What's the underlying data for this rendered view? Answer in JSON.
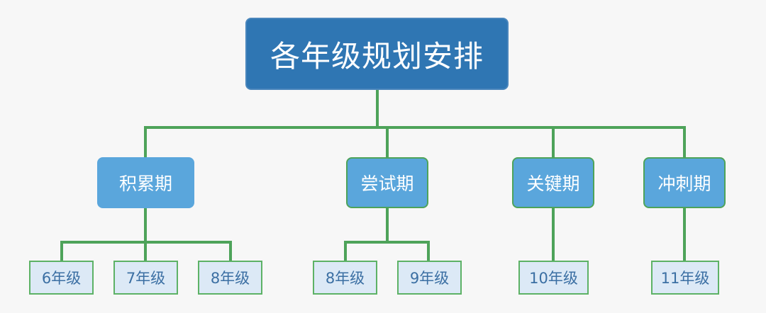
{
  "root": {
    "label": "各年级规划安排"
  },
  "stages": [
    {
      "label": "积累期",
      "grades": [
        "6年级",
        "7年级",
        "8年级"
      ]
    },
    {
      "label": "尝试期",
      "grades": [
        "8年级",
        "9年级"
      ]
    },
    {
      "label": "关键期",
      "grades": [
        "10年级"
      ]
    },
    {
      "label": "冲刺期",
      "grades": [
        "11年级"
      ]
    }
  ],
  "colors": {
    "root_fill": "#2f76b3",
    "stage_fill": "#5aa6dc",
    "grade_fill": "#dce9f6",
    "grade_text": "#3b6fa3",
    "connector": "#4ea35a",
    "background": "#f7f7f7"
  }
}
